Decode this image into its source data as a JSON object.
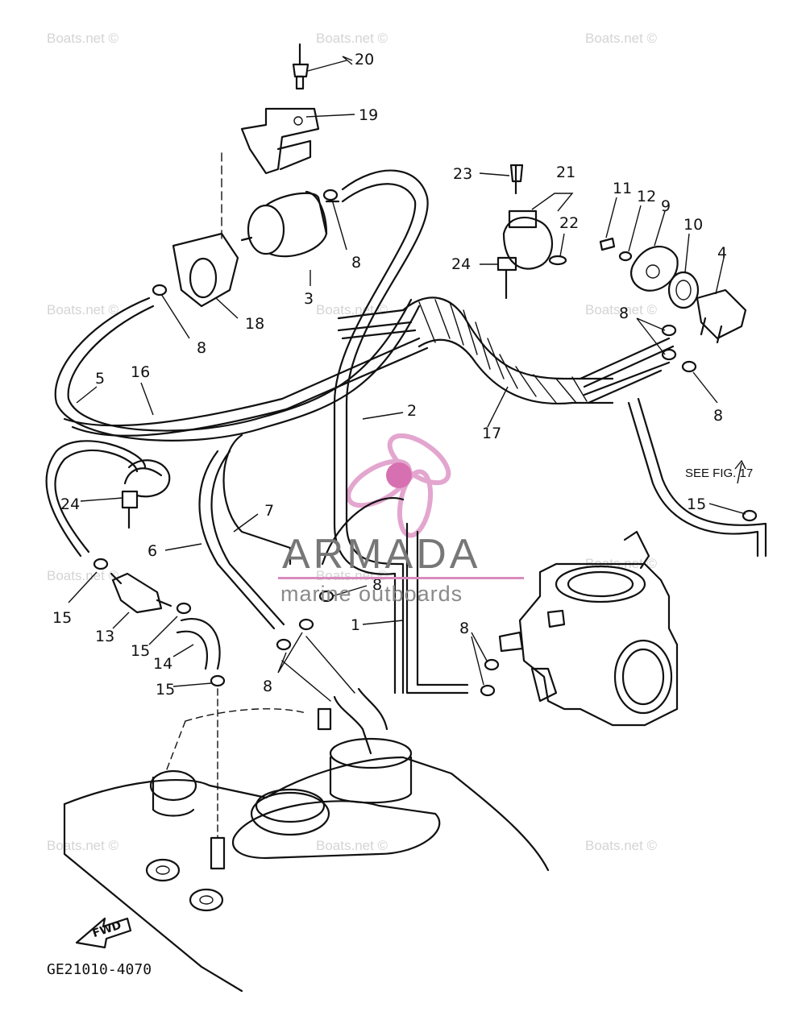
{
  "watermarks": [
    "Boats.net ©",
    "Boats.net ©",
    "Boats.net ©",
    "Boats.net ©",
    "Boats.net ©",
    "Boats.net ©",
    "Boats.net ©",
    "Boats.net ©",
    "Boats.net ©",
    "Boats.net ©",
    "Boats.net ©",
    "Boats.net ©"
  ],
  "callouts": [
    "20",
    "19",
    "3",
    "8",
    "18",
    "8",
    "23",
    "21",
    "22",
    "24",
    "11",
    "12",
    "9",
    "10",
    "4",
    "8",
    "8",
    "5",
    "16",
    "2",
    "17",
    "24",
    "7",
    "6",
    "15",
    "13",
    "15",
    "14",
    "15",
    "8",
    "8",
    "1",
    "8",
    "15"
  ],
  "see_fig": "SEE FIG. 17",
  "brand": {
    "name": "ARMADA",
    "tagline": "marine outboards"
  },
  "diagram_code": "GE21010-4070",
  "fwd_label": "FWD"
}
